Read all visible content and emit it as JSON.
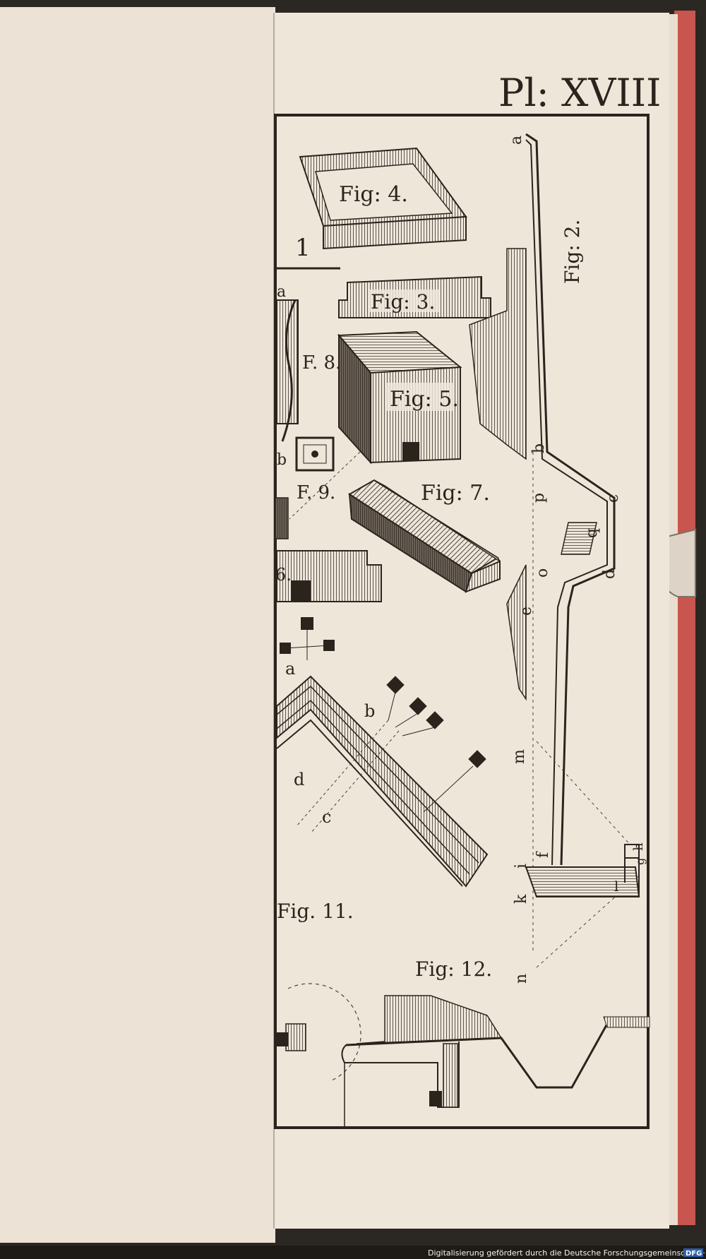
{
  "plate": {
    "title": "Pl: XVIII"
  },
  "figures": {
    "fig4": "Fig: 4.",
    "fig3": "Fig: 3.",
    "fig5": "Fig: 5.",
    "fig7": "Fig: 7.",
    "fig8": "F. 8.",
    "fig9": "F. 9.",
    "fig2": "Fig: 2.",
    "fig11": "Fig. 11.",
    "fig12": "Fig: 12.",
    "fig1_num": "1",
    "fig6_num": "6."
  },
  "letters": {
    "fig8_a": "a",
    "fig9_b": "b",
    "fig11_a": "a",
    "fig11_b": "b",
    "fig11_c": "c",
    "fig11_d": "d",
    "fig2_a": "a",
    "fig2_b": "b",
    "fig2_c": "c",
    "fig2_d": "d",
    "fig2_e": "e",
    "fig2_o": "o",
    "fig2_p": "p",
    "fig2_q": "q",
    "fig2_m": "m",
    "fig2_f": "f",
    "fig2_i": "i",
    "fig2_k": "k",
    "fig2_n": "n",
    "fig2_h": "h",
    "fig2_g": "g",
    "fig2_l": "l"
  },
  "footer": {
    "text": "Digitalisierung gefördert durch die Deutsche Forschungsgemeinschaft ·",
    "logo": "DFG"
  },
  "colors": {
    "paper": "#efe6da",
    "ink": "#2a241d",
    "binding_edge": "#c8564e"
  }
}
